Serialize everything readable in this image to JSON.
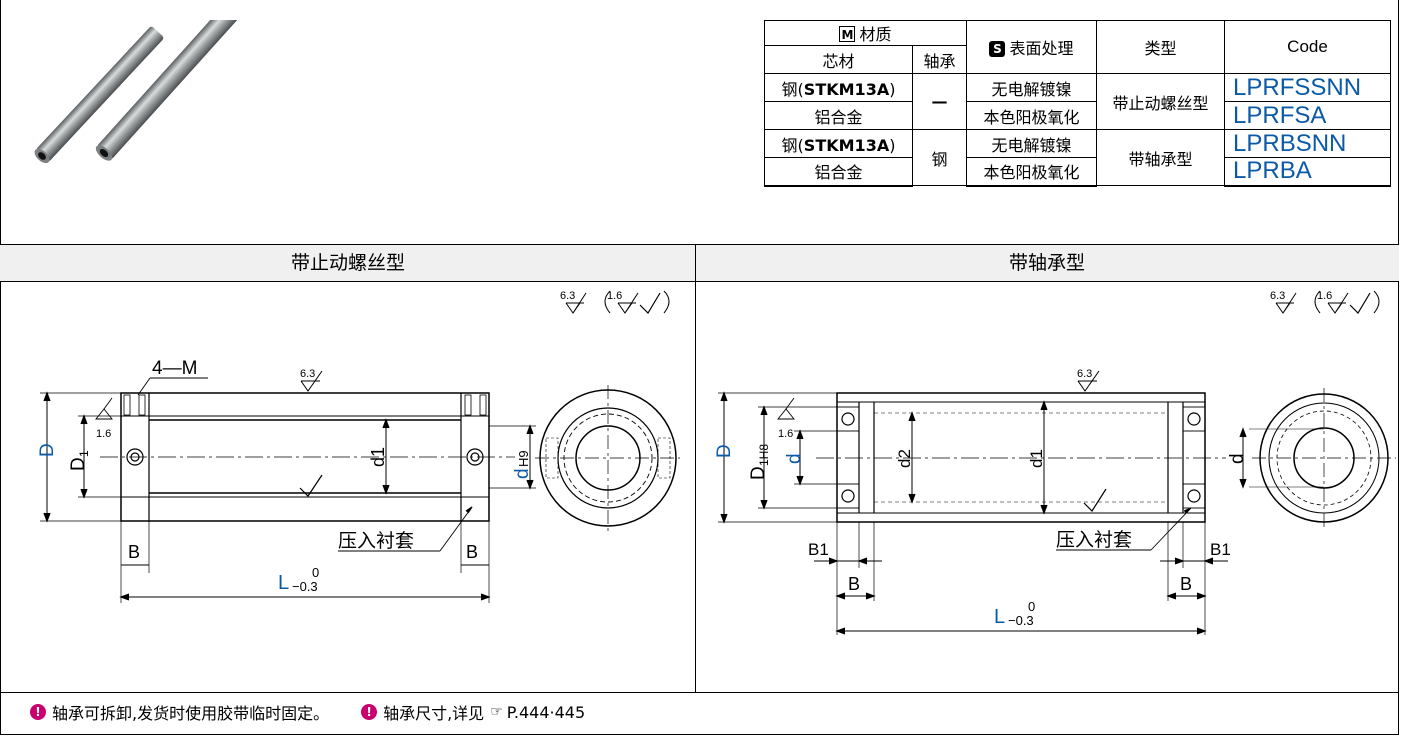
{
  "table": {
    "material_header": "材质",
    "material_badge": "M",
    "core_header": "芯材",
    "bearing_header": "轴承",
    "surface_header": "表面处理",
    "surface_badge": "S",
    "type_header": "类型",
    "code_header": "Code",
    "rows": [
      {
        "core_prefix": "钢(",
        "core_bold": "STKM13A",
        "core_suffix": ")",
        "surface": "无电解镀镍",
        "code": "LPRFSSNN"
      },
      {
        "core": "铝合金",
        "surface": "本色阳极氧化",
        "code": "LPRFSA"
      },
      {
        "core_prefix": "钢(",
        "core_bold": "STKM13A",
        "core_suffix": ")",
        "surface": "无电解镀镍",
        "code": "LPRBSNN"
      },
      {
        "core": "铝合金",
        "surface": "本色阳极氧化",
        "code": "LPRBA"
      }
    ],
    "bearing_none": "—",
    "bearing_steel": "钢",
    "type_screw": "带止动螺丝型",
    "type_bearing": "带轴承型"
  },
  "sections": {
    "left_title": "带止动螺丝型",
    "right_title": "带轴承型"
  },
  "left_drawing": {
    "finish": "6.3",
    "finish_alt": "1.6",
    "top_finish": "6.3",
    "rough": "1.6",
    "tap_label": "4—M",
    "D": "D",
    "D1": "D",
    "D1_sub": "1",
    "d1": "d1",
    "dH9": "d",
    "dH9_sub": "H9",
    "press_label": "压入衬套",
    "B_left": "B",
    "B_right": "B",
    "L": "L",
    "tol_upper": "0",
    "tol_lower": "−0.3"
  },
  "right_drawing": {
    "finish": "6.3",
    "finish_alt": "1.6",
    "top_finish": "6.3",
    "rough": "1.6",
    "D": "D",
    "D1": "D",
    "D1_sub": "1H8",
    "d": "d",
    "d2": "d2",
    "d1": "d1",
    "d_right": "d",
    "press_label": "压入衬套",
    "B1_left": "B1",
    "B1_right": "B1",
    "B_left": "B",
    "B_right": "B",
    "L": "L",
    "tol_upper": "0",
    "tol_lower": "−0.3"
  },
  "notes": [
    {
      "text": "轴承可拆卸,发货时使用胶带临时固定。"
    },
    {
      "text": "轴承尺寸,详见",
      "ref": "P.444·445"
    }
  ],
  "colors": {
    "code_blue": "#0b5aa8",
    "warn_magenta": "#c8006e",
    "header_gray": "#f0f0f0"
  }
}
